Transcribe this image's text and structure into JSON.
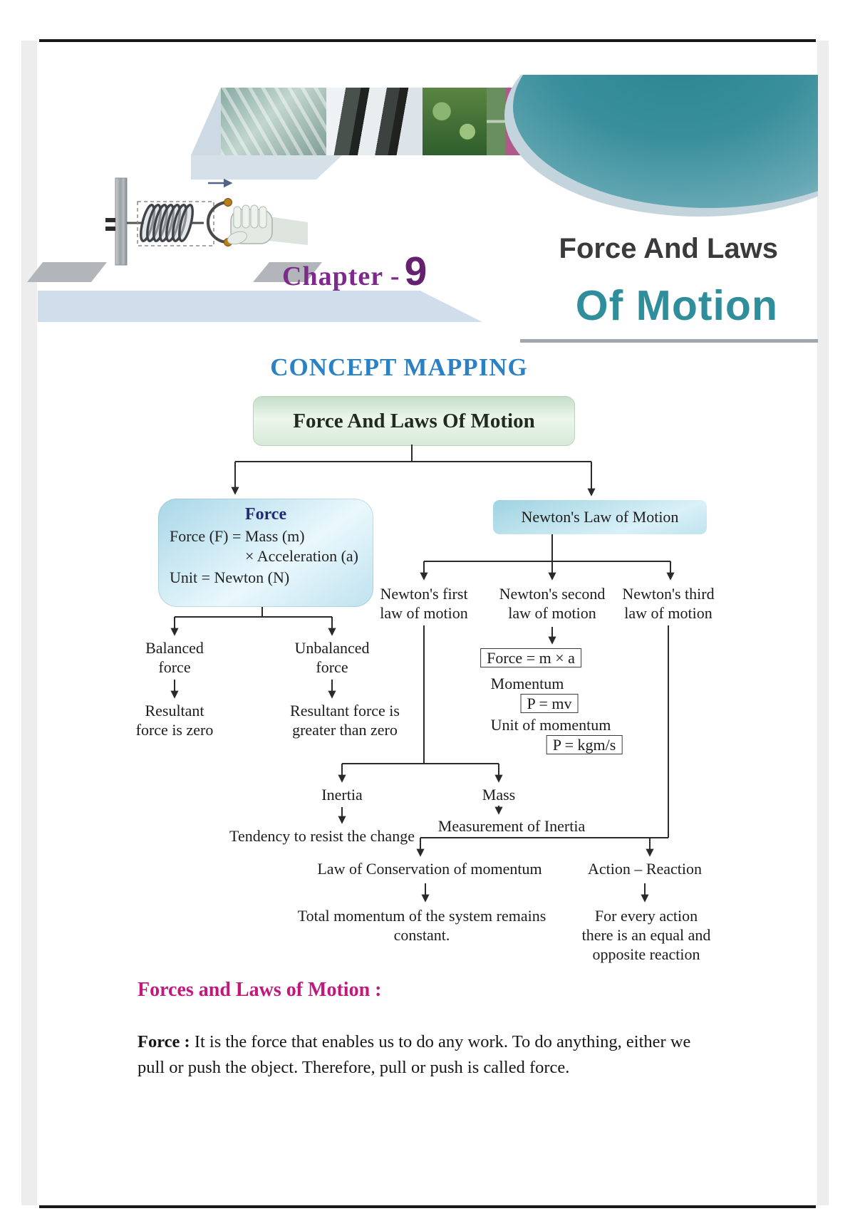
{
  "colors": {
    "teal_title": "#2F8E9B",
    "chapter_purple": "#7C2B8A",
    "concept_heading_blue": "#2A82C4",
    "section_heading_magenta": "#C2187E",
    "root_box_green": "#D8EBD9",
    "force_box_blue": "#BEE0EE",
    "connector_dark": "#2A2A2A"
  },
  "header": {
    "chapter_label": "Chapter - ",
    "chapter_number": "9",
    "title_line1": "Force And Laws",
    "title_line2": "Of Motion"
  },
  "concept_heading": "CONCEPT MAPPING",
  "map": {
    "root": "Force And Laws Of Motion",
    "force": {
      "title": "Force",
      "line1": "Force (F) = Mass (m)",
      "line2": "× Acceleration (a)",
      "line3": "Unit = Newton (N)"
    },
    "newton": "Newton's Law of Motion",
    "balanced": "Balanced\nforce",
    "balanced_result": "Resultant\nforce is zero",
    "unbalanced": "Unbalanced\nforce",
    "unbalanced_result": "Resultant force is\ngreater than zero",
    "first_law": "Newton's first\nlaw of motion",
    "second_law": "Newton's second\nlaw of motion",
    "third_law": "Newton's third\nlaw of motion",
    "force_formula": "Force = m × a",
    "momentum_label": "Momentum",
    "momentum_formula": "P = mv",
    "unit_of_momentum_label": "Unit of momentum",
    "momentum_unit_formula": "P = kgm/s",
    "inertia": "Inertia",
    "inertia_note": "Tendency to resist the change",
    "mass": "Mass",
    "mass_note": "Measurement of Inertia",
    "conservation": "Law of Conservation of momentum",
    "conservation_note": "Total momentum of the system remains\nconstant.",
    "action_reaction": "Action – Reaction",
    "action_note": "For every action\nthere is an equal and\nopposite reaction"
  },
  "section": {
    "heading": "Forces and Laws of Motion :",
    "para_bold": "Force :",
    "para_line1": "It is the force that enables us to do any work. To do anything, either we",
    "para_line2": "pull or push the object. Therefore, pull or push is called force."
  }
}
